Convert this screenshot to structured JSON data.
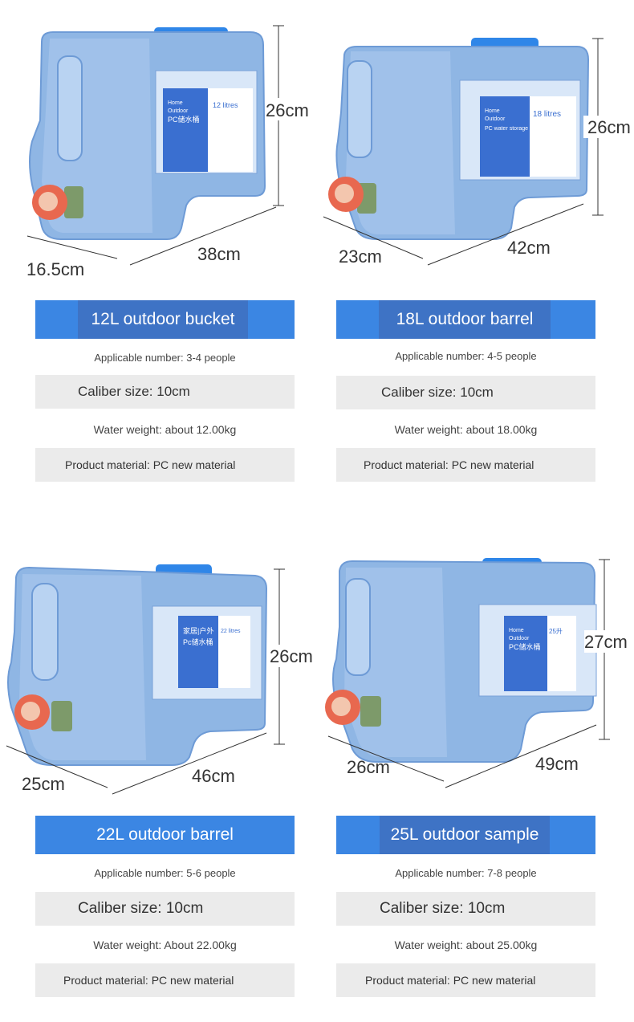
{
  "products": [
    {
      "title": "12L outdoor bucket",
      "people": "Applicable number: 3-4 people",
      "caliber": "Caliber size: 10cm",
      "weight": "Water weight: about 12.00kg",
      "material": "Product material: PC new material",
      "dims": {
        "height": "26cm",
        "length": "38cm",
        "depth": "16.5cm"
      },
      "label_lines": [
        "Home",
        "Outdoor",
        "PC储水桶"
      ],
      "label_capacity": "12 litres"
    },
    {
      "title": "18L outdoor barrel",
      "people": "Applicable number: 4-5 people",
      "caliber": "Caliber size: 10cm",
      "weight": "Water weight: about 18.00kg",
      "material": "Product material: PC new material",
      "dims": {
        "height": "26cm",
        "length": "42cm",
        "depth": "23cm"
      },
      "label_lines": [
        "Home",
        "Outdoor",
        "PC water storage ..."
      ],
      "label_capacity": "18 litres"
    },
    {
      "title": "22L outdoor barrel",
      "people": "Applicable number: 5-6 people",
      "caliber": "Caliber size: 10cm",
      "weight": "Water weight: About 22.00kg",
      "material": "Product material: PC new material",
      "dims": {
        "height": "26cm",
        "length": "46cm",
        "depth": "25cm"
      },
      "label_lines": [
        "家居|户外",
        "Pc储水桶"
      ],
      "label_capacity": "22 litres"
    },
    {
      "title": "25L outdoor sample",
      "people": "Applicable number: 7-8 people",
      "caliber": "Caliber size: 10cm",
      "weight": "Water weight: about 25.00kg",
      "material": "Product material: PC new material",
      "dims": {
        "height": "27cm",
        "length": "49cm",
        "depth": "26cm"
      },
      "label_lines": [
        "Home",
        "Outdoor",
        "PC储水桶"
      ],
      "label_capacity": "25升"
    }
  ],
  "colors": {
    "title_bar": "#3b86e3",
    "title_inner": "#3e73c5",
    "grey_box": "#ebebeb",
    "container": "#8fb6e4",
    "cap": "#2f86e8",
    "tap": "#e8684f"
  }
}
